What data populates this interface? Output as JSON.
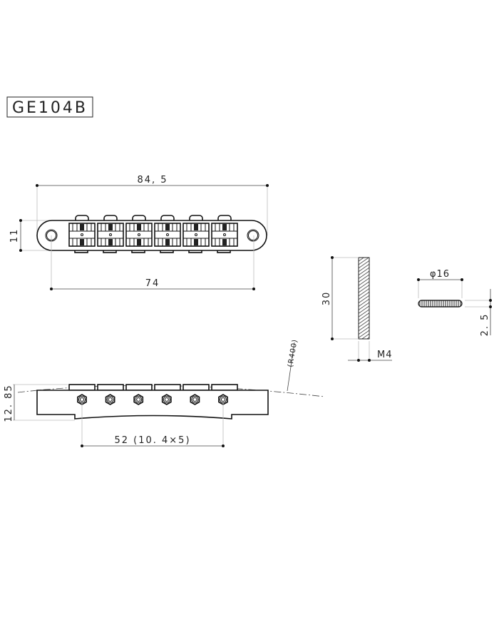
{
  "title": {
    "model": "GE104B"
  },
  "top_view": {
    "overall_length": "84, 5",
    "height": "11",
    "stud_spacing": "74"
  },
  "side_view": {
    "height": "12. 85",
    "radius": "(R400)",
    "saddle_span": "52 (10. 4×5)"
  },
  "stud": {
    "length": "30",
    "thread": "M4"
  },
  "thumbwheel": {
    "diameter": "φ16",
    "thickness": "2. 5"
  }
}
